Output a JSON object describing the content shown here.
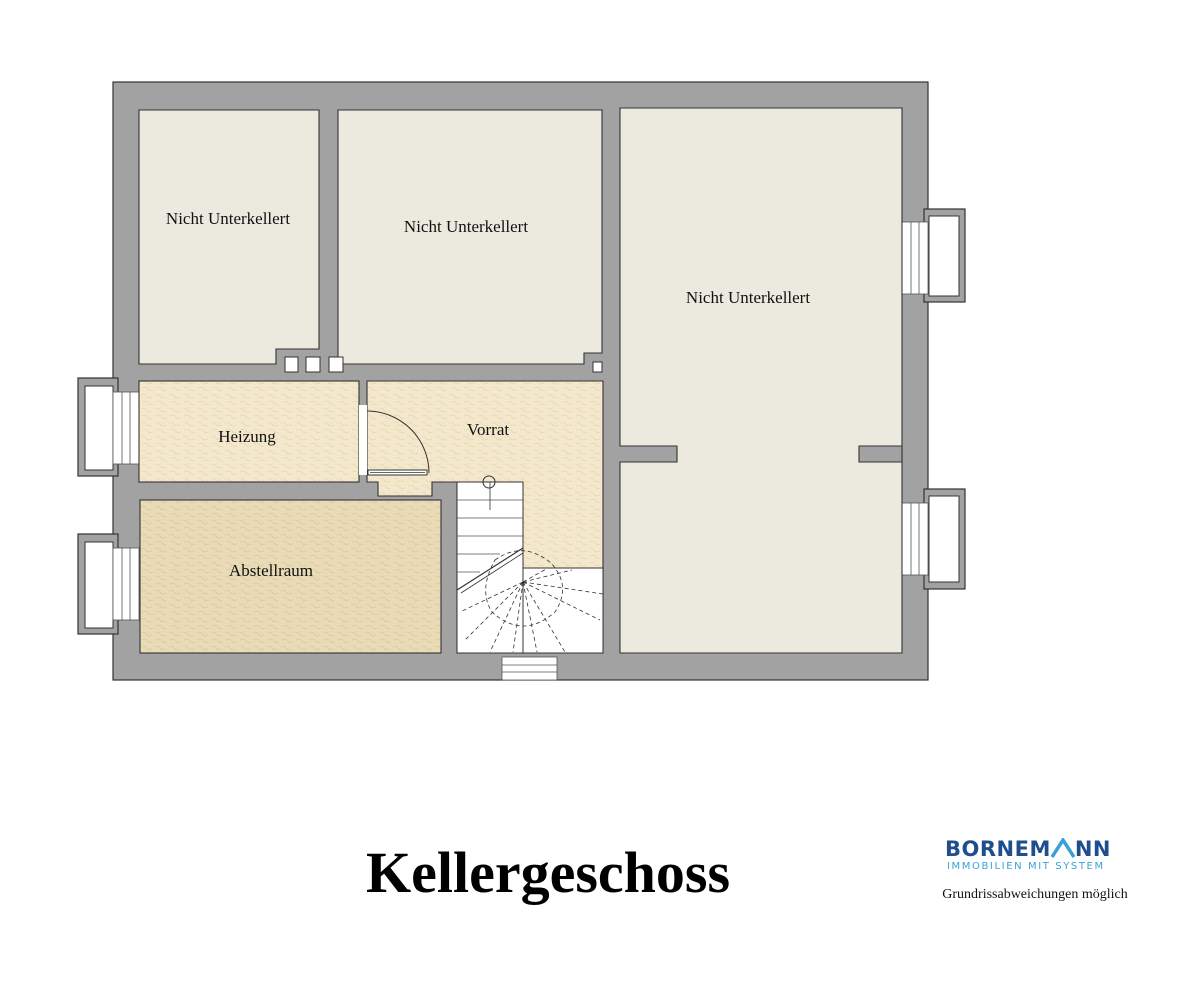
{
  "floor_plan": {
    "title": "Kellergeschoss",
    "rooms": [
      {
        "id": "nu-left",
        "label": "Nicht Unterkellert"
      },
      {
        "id": "nu-middle",
        "label": "Nicht Unterkellert"
      },
      {
        "id": "nu-right",
        "label": "Nicht Unterkellert"
      },
      {
        "id": "heizung",
        "label": "Heizung"
      },
      {
        "id": "vorrat",
        "label": "Vorrat"
      },
      {
        "id": "abstellraum",
        "label": "Abstellraum"
      }
    ]
  },
  "branding": {
    "logo_word_prefix": "BORNEM",
    "logo_word_suffix": "NN",
    "logo_tagline": "IMMOBILIEN MIT SYSTEM",
    "primary_color": "#1f4e8c",
    "accent_color": "#3aa1d8",
    "disclaimer": "Grundrissabweichungen möglich"
  },
  "colors": {
    "wall": "#a2a2a2",
    "unfinished_room": "#ece9de",
    "beige_room": "#f3e8cc",
    "tan_room": "#e9dbb6"
  }
}
